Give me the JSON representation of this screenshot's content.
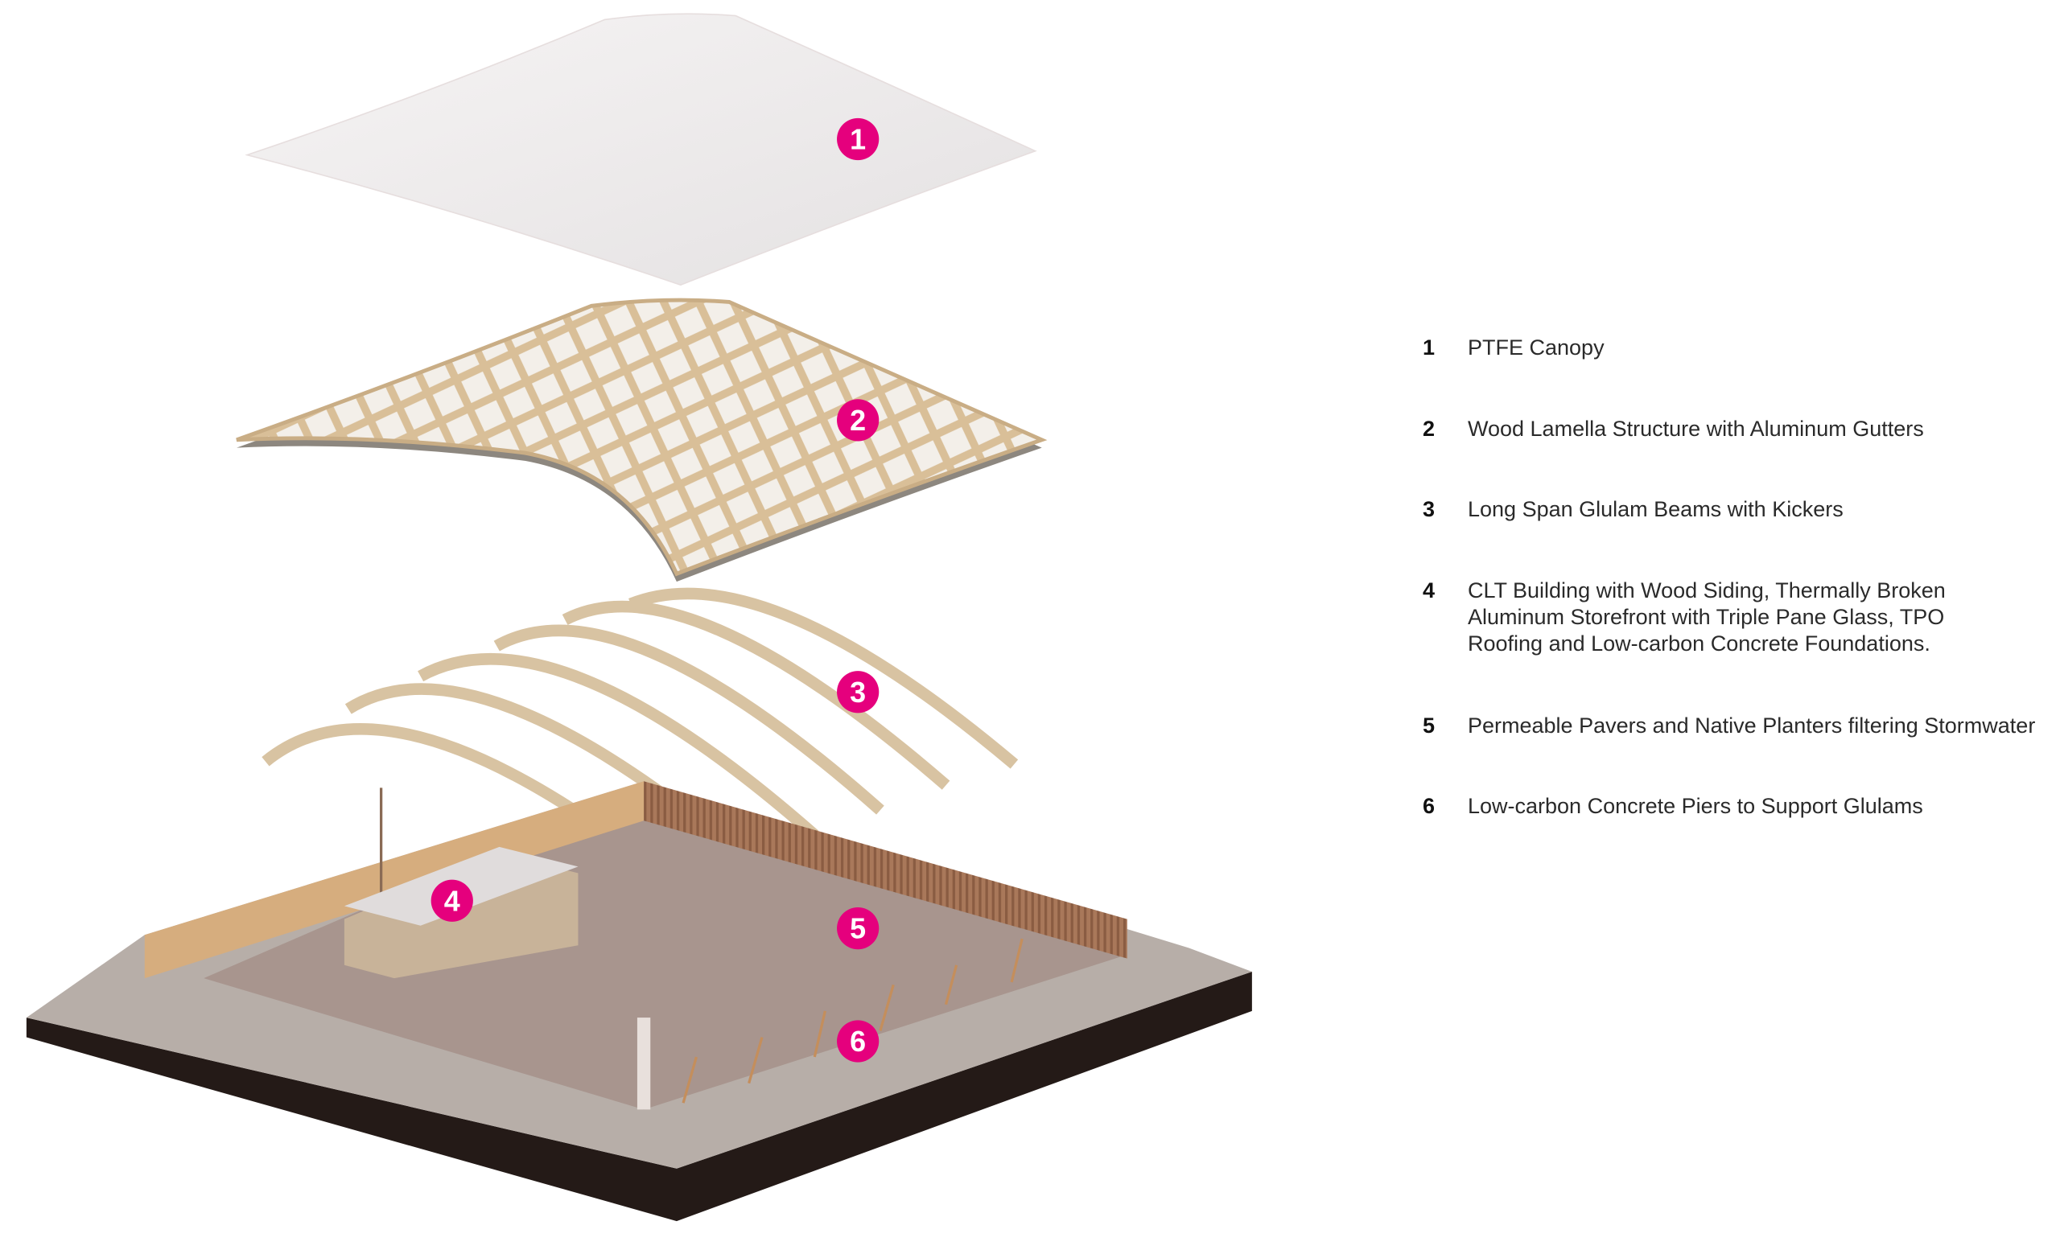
{
  "accent_color": "#e5007d",
  "callouts": [
    "1",
    "2",
    "3",
    "4",
    "5",
    "6"
  ],
  "legend": [
    {
      "num": "1",
      "text": "PTFE Canopy"
    },
    {
      "num": "2",
      "text": "Wood Lamella Structure with Aluminum Gutters"
    },
    {
      "num": "3",
      "text": "Long Span Glulam Beams with Kickers"
    },
    {
      "num": "4",
      "text": "CLT Building with Wood Siding, Thermally Broken Aluminum Storefront with Triple Pane Glass, TPO Roofing and Low-carbon Concrete Foundations."
    },
    {
      "num": "5",
      "text": "Permeable Pavers and Native Planters filtering Stormwater"
    },
    {
      "num": "6",
      "text": "Low-carbon Concrete Piers to Support Glulams"
    }
  ]
}
